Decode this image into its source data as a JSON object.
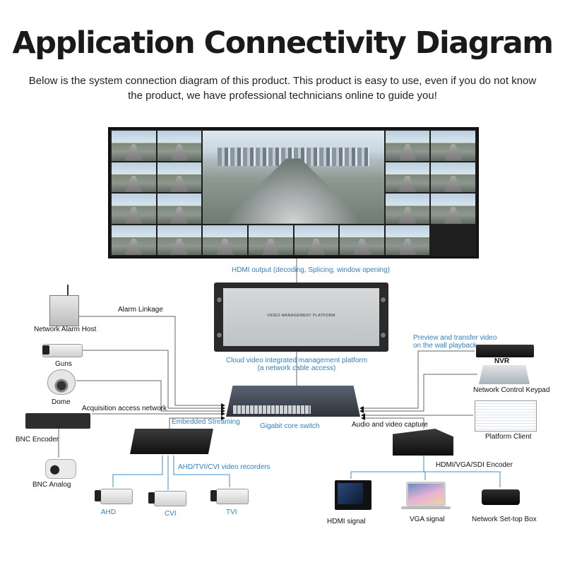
{
  "header": {
    "title": "Application Connectivity Diagram",
    "subtitle": "Below is the system connection diagram of this product. This product is easy to use, even if you do not know the product, we have professional technicians online to guide you!"
  },
  "wall": {
    "label": "HDMI output (decoding, Splicing, window opening)"
  },
  "platform": {
    "panel_text": "VIDEO MANAGEMENT PLATFORM",
    "label_line1": "Cloud video integrated management platform",
    "label_line2": "(a network cable access)"
  },
  "switch": {
    "label": "Gigabit core switch"
  },
  "left": {
    "alarm_linkage": "Alarm Linkage",
    "network_alarm_host": "Network Alarm Host",
    "guns": "Guns",
    "dome": "Dome",
    "acquisition": "Acquisition access network",
    "bnc_encoder": "BNC Encoder",
    "bnc_analog": "BNC Analog",
    "embedded_streaming": "Embedded Streaming",
    "recorders": "AHD/TVI/CVI video recorders",
    "ahd": "AHD",
    "cvi": "CVI",
    "tvi": "TVI"
  },
  "right": {
    "preview_line1": "Preview and transfer video",
    "preview_line2": "on the wall playback",
    "nvr": "NVR",
    "keypad": "Network Control Keypad",
    "platform_client": "Platform Client",
    "av_capture": "Audio and video capture",
    "encoder": "HDMI/VGA/SDI Encoder",
    "hdmi_signal": "HDMI signal",
    "vga_signal": "VGA signal",
    "settop": "Network Set-top Box"
  },
  "colors": {
    "line": "#555555",
    "blue_line": "#3b8fd6",
    "accent_text": "#2f82c9"
  }
}
